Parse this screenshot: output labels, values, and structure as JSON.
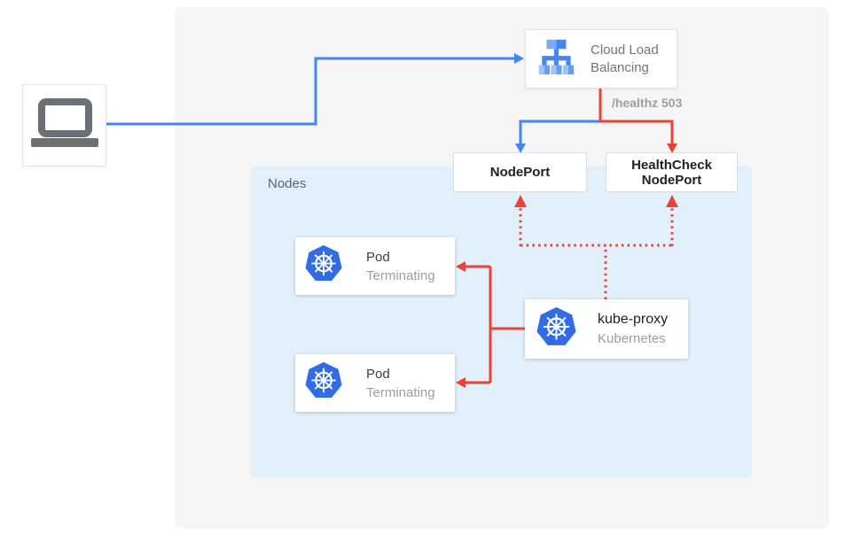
{
  "diagram": {
    "background_color": "#F5F5F5",
    "nodes_container": {
      "label": "Nodes",
      "fill_color": "#E2F0FC"
    },
    "client": {
      "icon": "laptop-icon"
    },
    "load_balancer": {
      "label": "Cloud Load Balancing",
      "icon": "load-balancer-icon"
    },
    "healthz_label": "/healthz 503",
    "nodeport": {
      "label": "NodePort"
    },
    "healthcheck_nodeport": {
      "label": "HealthCheck NodePort"
    },
    "pods": [
      {
        "title": "Pod",
        "subtitle": "Terminating",
        "icon": "kubernetes-icon"
      },
      {
        "title": "Pod",
        "subtitle": "Terminating",
        "icon": "kubernetes-icon"
      }
    ],
    "kube_proxy": {
      "title": "kube-proxy",
      "subtitle": "Kubernetes",
      "icon": "kubernetes-icon"
    },
    "colors": {
      "traffic_blue": "#4285F4",
      "healthcheck_red": "#EA4335",
      "kubernetes_blue": "#326CE5",
      "icon_gray": "#6B7075"
    }
  }
}
